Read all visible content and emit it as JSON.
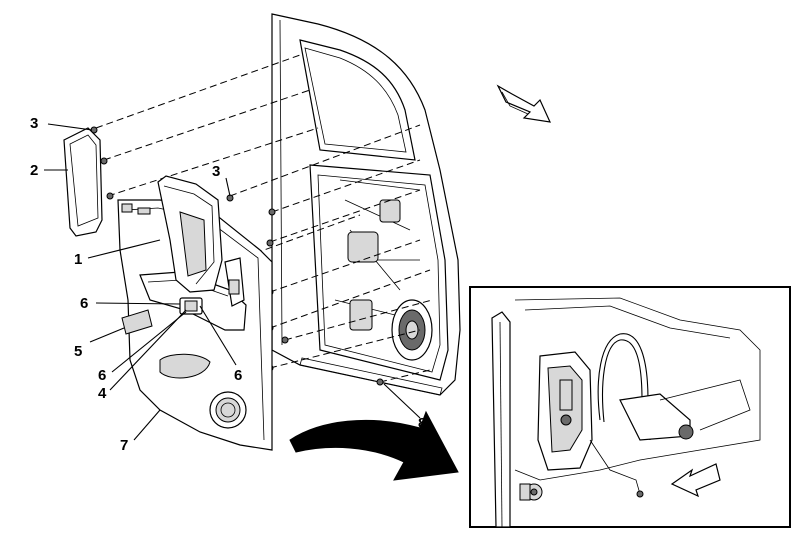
{
  "callouts": {
    "c1": "1",
    "c2": "2",
    "c3a": "3",
    "c3b": "3",
    "c4": "4",
    "c5": "5",
    "c6a": "6",
    "c6b": "6",
    "c6c": "6",
    "c7": "7",
    "c8": "8"
  },
  "colors": {
    "line": "#000000",
    "background": "#ffffff",
    "arrow_fill": "#ffffff",
    "curved_arrow": "#000000"
  },
  "icons": {
    "direction_arrow_main": "forward-arrow-icon",
    "direction_arrow_inset": "forward-arrow-icon",
    "curved_arrow": "curved-arrow-icon"
  }
}
